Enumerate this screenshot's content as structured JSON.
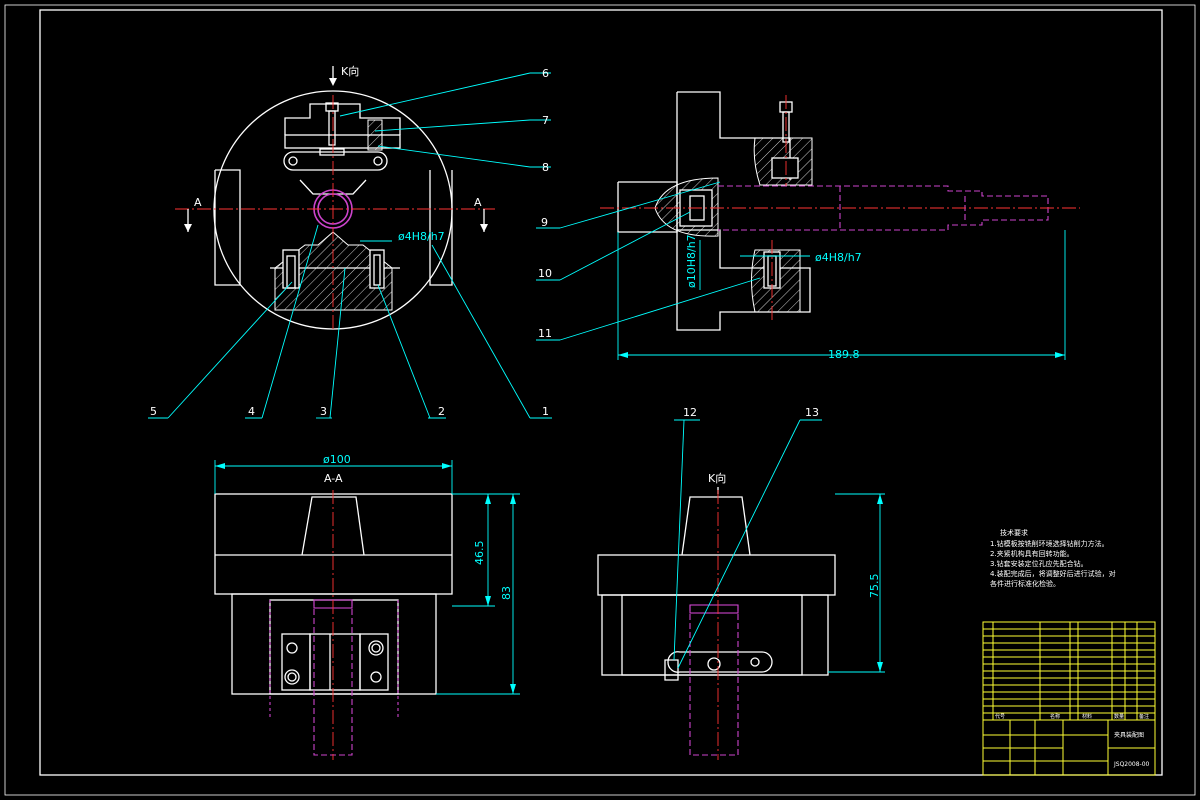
{
  "views": {
    "top_left": {
      "direction_label": "K向",
      "section_label_left": "A",
      "section_label_right": "A",
      "fit_label": "ø4H8/h7"
    },
    "top_right": {
      "fit_label_upper": "ø4H8/h7",
      "fit_label_vertical": "ø10H8/h7",
      "dimension_length": "189.8"
    },
    "bottom_left": {
      "section_title": "A-A",
      "diameter_label": "ø100",
      "height_inner": "46.5",
      "height_total": "83"
    },
    "bottom_right": {
      "direction_label": "K向",
      "height": "75.5"
    }
  },
  "balloons": [
    "1",
    "2",
    "3",
    "4",
    "5",
    "6",
    "7",
    "8",
    "9",
    "10",
    "11",
    "12",
    "13"
  ],
  "tech_requirements": {
    "title": "技术要求",
    "lines": [
      "1.钻模板按铣削环境选择钻削力方法。",
      "2.夹紧机构具有回转功能。",
      "3.钻套安装定位孔应先配合钻。",
      "4.装配完成后，将调整好后进行试验，对",
      "各件进行标准化检验。"
    ]
  },
  "title_block": {
    "drawing_name": "夹具装配图",
    "drawing_number": "JSQ2008-00",
    "header_code": "代号",
    "header_name": "名称",
    "header_material": "材料",
    "header_qty": "数量",
    "header_note": "备注"
  },
  "colors": {
    "background": "#000000",
    "outline": "#ffffff",
    "dimension": "#00ffff",
    "centerline": "#ff3333",
    "phantom": "#cc44cc",
    "table": "#ffff33"
  }
}
